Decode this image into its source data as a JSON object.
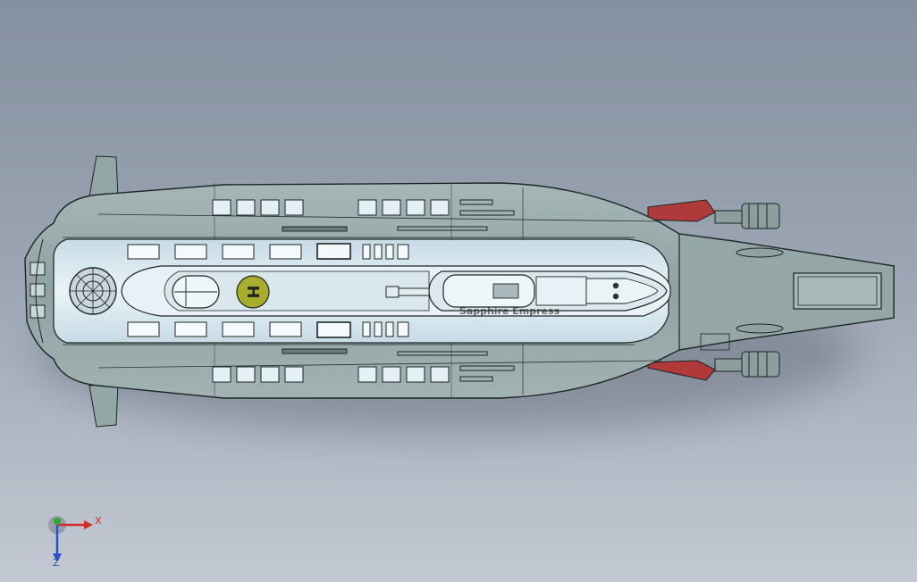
{
  "viewport": {
    "background_top": "#8590a0",
    "background_bottom": "#c3c9d2"
  },
  "model": {
    "hull_color": "#97aaaa",
    "deck_color": "#d6e7ef",
    "edge_color": "#1e2424",
    "accent_color": "#b03a3a",
    "helipad_color": "#a9ad2c",
    "helipad_letter": "H",
    "hull_lettering": "Sapphire Empress"
  },
  "triad": {
    "x_label": "X",
    "z_label": "Z",
    "x_color": "#d22a2a",
    "y_color": "#2ea82e",
    "z_color": "#2a4fd2"
  }
}
